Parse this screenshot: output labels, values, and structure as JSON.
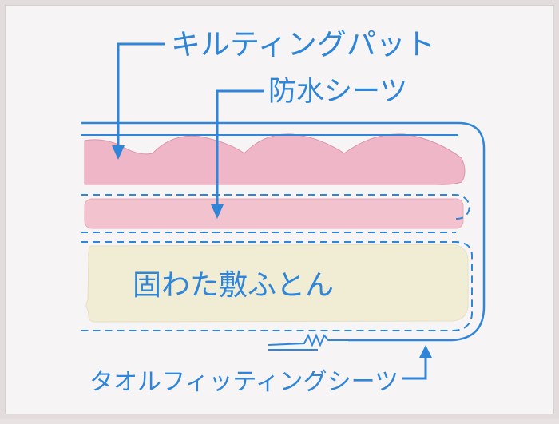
{
  "diagram": {
    "labels": {
      "quilting_pad": "キルティングパット",
      "waterproof_sheet": "防水シーツ",
      "futon": "固わた敷ふとん",
      "fitted_sheet": "タオルフィッティングシーツ"
    },
    "colors": {
      "line": "#2f86d9",
      "quilting_pad_fill": "#efb6c7",
      "waterproof_sheet_fill": "#f3c2cf",
      "futon_fill": "#f1ecd4",
      "background": "#f7f4f6"
    }
  }
}
